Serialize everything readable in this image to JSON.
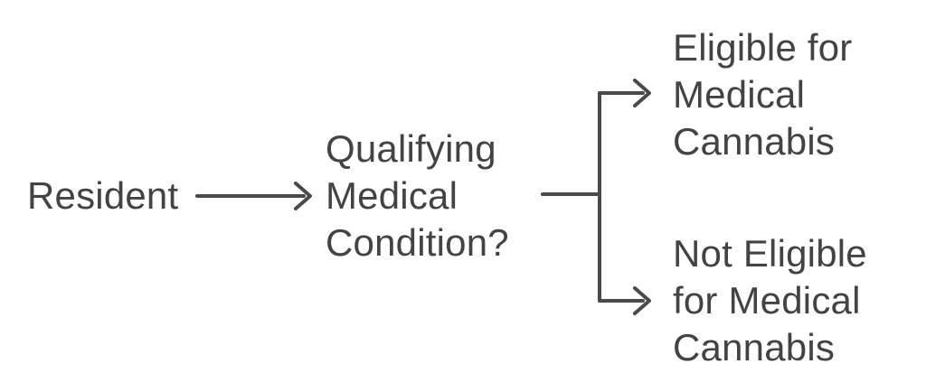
{
  "diagram": {
    "type": "flowchart",
    "direction": "left-to-right",
    "nodes": {
      "resident": {
        "label": "Resident"
      },
      "condition": {
        "label": "Qualifying\nMedical\nCondition?"
      },
      "eligible": {
        "label": "Eligible for\nMedical\nCannabis"
      },
      "not_eligible": {
        "label": "Not Eligible\nfor Medical\nCannabis"
      }
    },
    "edges": [
      {
        "from": "resident",
        "to": "condition"
      },
      {
        "from": "condition",
        "to": "eligible"
      },
      {
        "from": "condition",
        "to": "not_eligible"
      }
    ],
    "colors": {
      "text": "#434343",
      "line": "#4a4a4a",
      "background": "#ffffff"
    }
  }
}
